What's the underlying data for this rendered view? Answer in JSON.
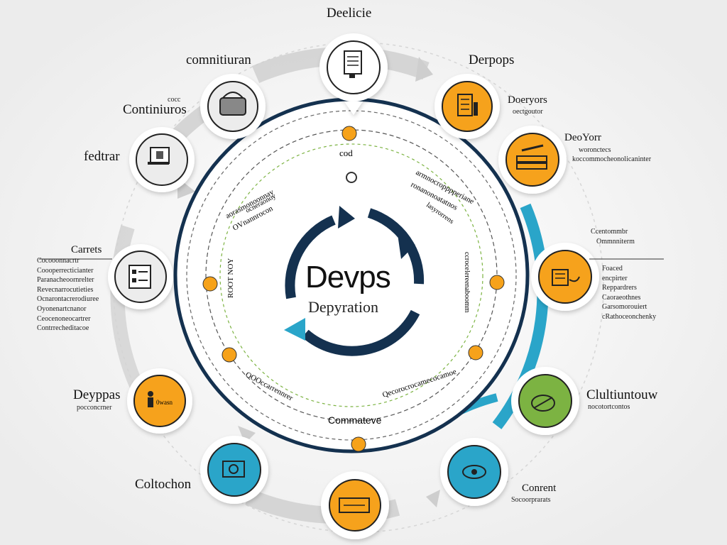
{
  "center": {
    "title": "Devps",
    "subtitle": "Depyration"
  },
  "labels": {
    "top": "Deelicie",
    "top_left": "comnitiuran",
    "cont_small": "cocc",
    "continuous": "Continiuros",
    "feedback": "fedtrar",
    "left_heading": "Carrets",
    "right_top": "Derpops",
    "dopyors": "Doeryors",
    "dopyors_sub": "oectgoutor",
    "deoyor": "DeoYorr",
    "deoyor_sub1": "woronctecs",
    "deoyor_sub2": "koccommocheonolicaninter",
    "right_mid1": "Ccentommbr",
    "right_mid2": "Ommnniterm",
    "bottom_left": "Deyppas",
    "bottom_left_sub": "pocconcrner",
    "collection": "Coltochon",
    "cultural": "Clultiuntouw",
    "cultural_sub": "nocotortcontos",
    "bottom_right": "Conrent",
    "bottom_right_sub": "Socoorprarats",
    "inner_bottom": "Commateve",
    "inner_top": "cod"
  },
  "left_list": [
    "Cocooonnacrtr",
    "Coooperrecticianter",
    "Paranacheoornrelter",
    "Revecnarrocutieties",
    "Ocnarontacrerodiuree",
    "Oyonenartcnanor",
    "Ceocenoneocartrer",
    "Contrrecheditacoe"
  ],
  "right_list": [
    "Foaced",
    "encpirter",
    "Reppardrers",
    "Caoraeothnes",
    "Garsomorouiert",
    "cRathoceonchenky"
  ],
  "inner_text": {
    "upper_left_1": "aorasmonoonnay",
    "upper_left_2": "OVnannrocon",
    "upper_left_3": "ocneraonoy",
    "upper_right_1": "armnocropppperiane",
    "upper_right_2": "ronanonoatatnos",
    "upper_right_3": "lasyrorrens",
    "left_vert": "ROOT NOY",
    "right_vert": "ccrocelereenaboomm",
    "lower_left": "OOOccarrennrer",
    "lower_right": "Qecorocrocamecocamoe"
  },
  "colors": {
    "orange": "#f6a21a",
    "navy": "#14314f",
    "teal": "#2aa5c9",
    "green": "#7cb342",
    "gray": "#cfcfcf"
  },
  "icons": [
    "document-icon",
    "printer-icon",
    "checklist-icon",
    "list-icon",
    "chart-icon",
    "person-icon",
    "money-icon",
    "blocks-icon",
    "cash-icon",
    "handshake-icon",
    "gear-eye-icon"
  ]
}
